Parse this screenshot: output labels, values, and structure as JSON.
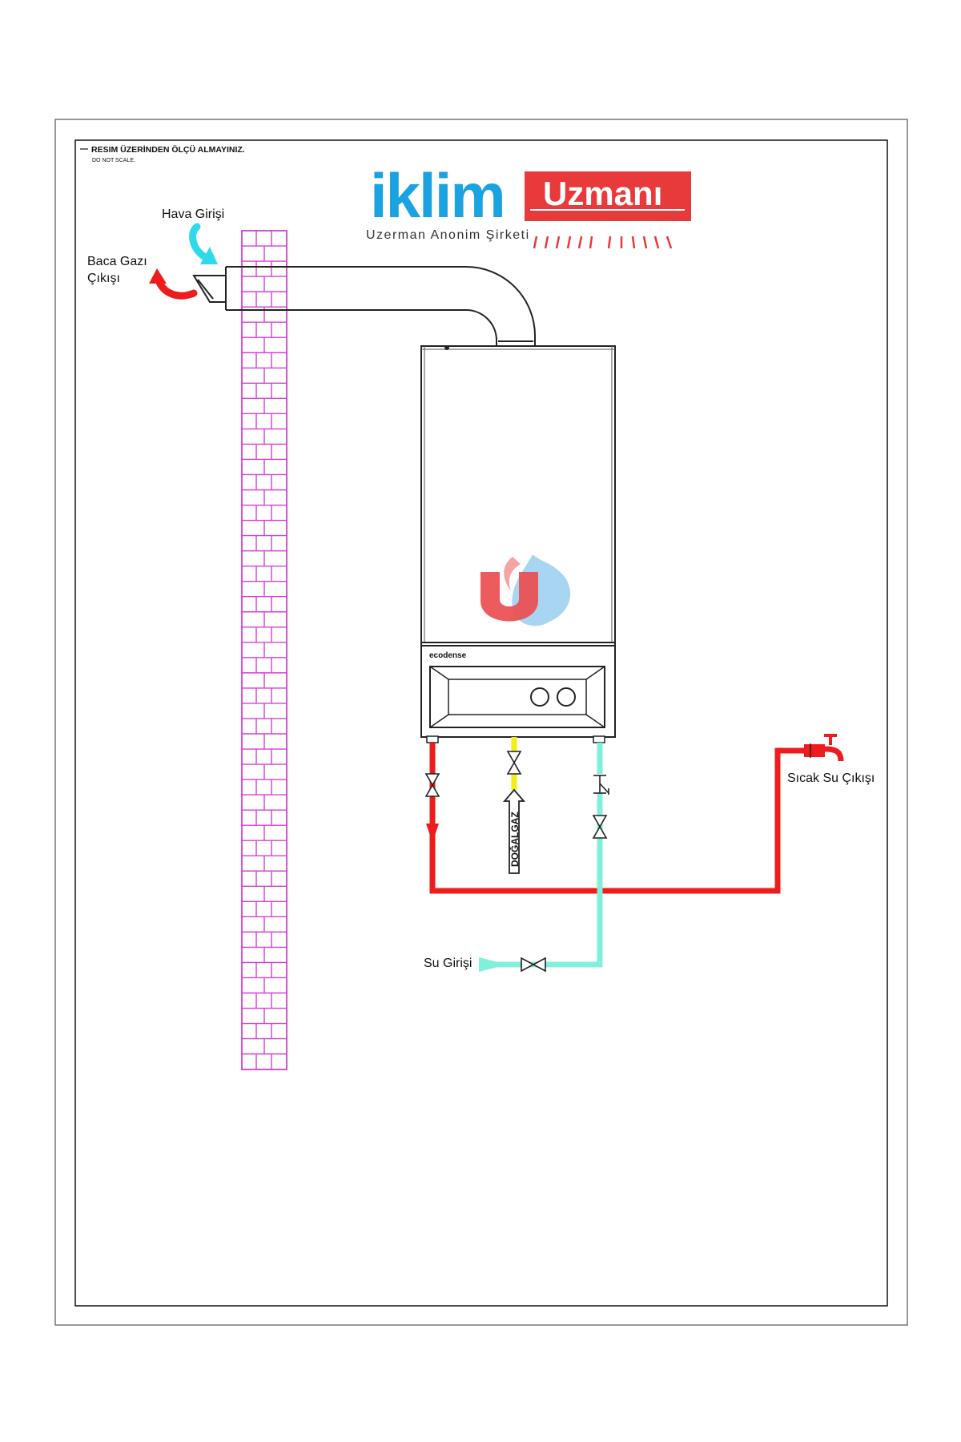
{
  "notes": {
    "scale_warning": "RESIM ÜZERİNDEN ÖLÇÜ ALMAYINIZ.",
    "scale_warning_en": "DO NOT SCALE."
  },
  "brand": {
    "logo_word": "iklim",
    "logo_badge": "Uzmanı",
    "tagline": "Uzerman Anonim Şirketi",
    "logo_blue": "#1aa3e0",
    "logo_red": "#e8393b"
  },
  "labels": {
    "air_inlet": "Hava Girişi",
    "flue_outlet_line1": "Baca Gazı",
    "flue_outlet_line2": "Çıkışı",
    "hot_water_outlet": "Sıcak Su Çıkışı",
    "water_inlet": "Su Girişi",
    "natural_gas": "DOĞALGAZ",
    "boiler_brand": "ecodense"
  },
  "colors": {
    "wall": "#d63fd6",
    "hot_water_pipe": "#ee1c1c",
    "cold_water_pipe": "#7ff0d9",
    "gas_pipe": "#f2ee1a",
    "air_arrow": "#2fd9ec",
    "flue_arrow": "#ee1c1c",
    "lines": "#222222"
  },
  "icons": {
    "valve": "bowtie-valve-icon",
    "tap": "faucet-icon",
    "check_valve": "check-valve-icon",
    "watermark": "u-flame-drop-icon"
  }
}
